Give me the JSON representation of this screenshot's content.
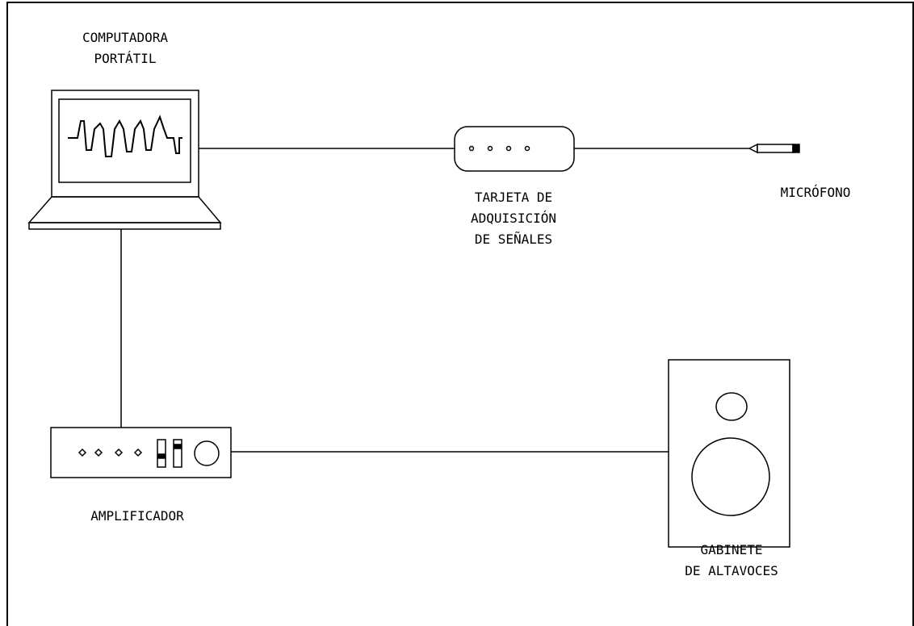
{
  "labels": {
    "laptop": [
      "COMPUTADORA",
      "PORTÁTIL"
    ],
    "daq": [
      "TARJETA DE",
      "ADQUISICIÓN",
      "DE SEÑALES"
    ],
    "microphone": [
      "MICRÓFONO"
    ],
    "amplifier": [
      "AMPLIFICADOR"
    ],
    "speakers": [
      "GABINETE",
      "DE ALTAVOCES"
    ]
  },
  "colors": {
    "stroke": "#000000",
    "background": "#ffffff"
  }
}
